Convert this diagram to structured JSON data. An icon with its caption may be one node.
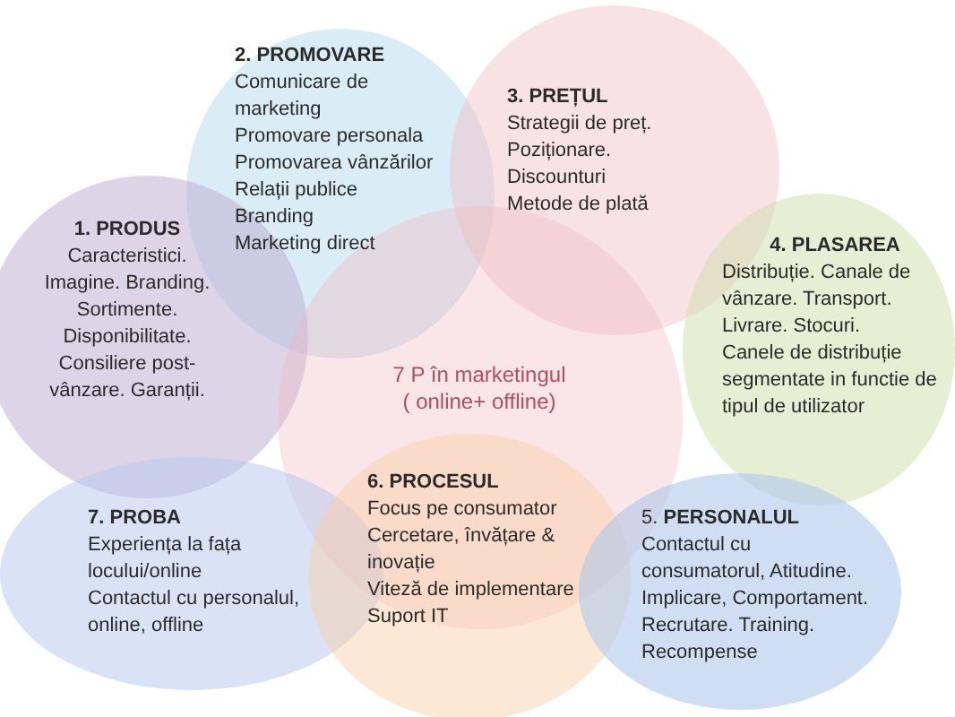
{
  "diagram": {
    "nodes": [
      {
        "text": [
          "2. PROMOVARE",
          "Comunicare de marketing",
          "Promovare personala",
          "Promovarea vânzărilor",
          "Relații publice",
          "Branding",
          "Marketing direct"
        ]
      },
      {
        "text": [
          "3. PREȚUL",
          "Strategii de preț.",
          "Poziționare.",
          "Discounturi",
          "Metode de plată"
        ]
      },
      {
        "text": [
          "1.   PRODUS",
          "Caracteristici. Imagine. Branding. Sortimente. Disponibilitate. Consiliere post-vânzare. Garanții."
        ]
      },
      {
        "text": [
          "4. PLASAREA",
          "Distribuție. Canale de vânzare. Transport. Livrare. Stocuri.",
          "Canele de distribuție segmentate in functie de tipul de utilizator"
        ]
      },
      {
        "text": [
          "7 P în marketingul",
          "( online+ offline)"
        ]
      },
      {
        "text": [
          "7. PROBA",
          "Experiența la fața locului/online",
          "Contactul cu personalul, online, offline"
        ]
      },
      {
        "text": [
          "6. PROCESUL",
          "Focus pe consumator",
          "Cercetare, învățare & inovație",
          "Viteză de implementare",
          "Suport IT"
        ]
      },
      {
        "text": [
          "5. **PERSONALUL**",
          "Contactul cu consumatorul, Atitudine. Implicare, Comportament. Recrutare. Training. Recompense"
        ]
      }
    ],
    "edges": []
  }
}
